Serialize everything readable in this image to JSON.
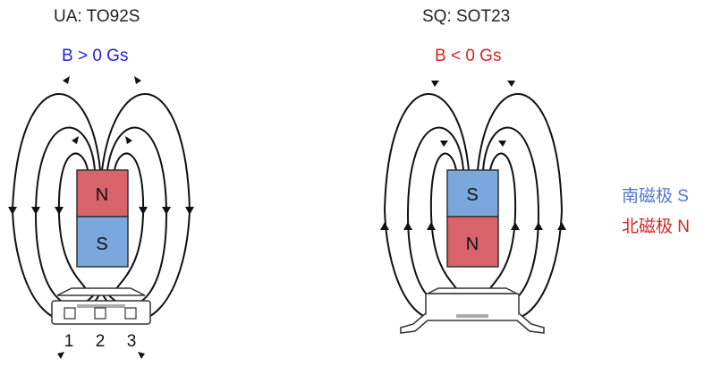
{
  "left": {
    "title": "UA: TO92S",
    "condition": "B > 0 Gs",
    "magnet_top": "N",
    "magnet_bottom": "S",
    "pins": [
      "1",
      "2",
      "3"
    ]
  },
  "right": {
    "title": "SQ: SOT23",
    "condition": "B < 0 Gs",
    "magnet_top": "S",
    "magnet_bottom": "N"
  },
  "legend": {
    "south": "南磁极 S",
    "north": "北磁极 N"
  },
  "colors": {
    "north": "#d9636a",
    "south": "#7aa8dd",
    "positive_text": "#2222dd",
    "negative_text": "#dd2222",
    "legend_south_text": "#5577cc",
    "legend_north_text": "#dd2222",
    "line": "#111111"
  }
}
